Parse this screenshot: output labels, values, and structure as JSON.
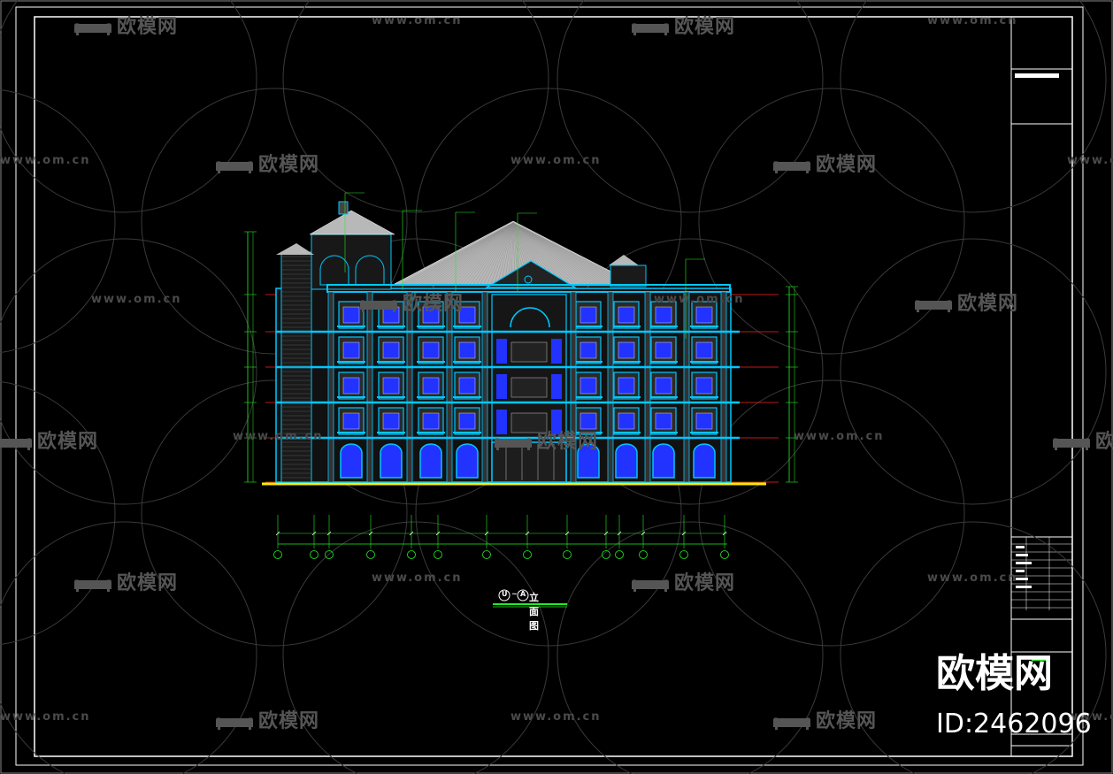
{
  "watermark": {
    "brand_cn": "欧模网",
    "url": "www.om.cn",
    "id_label": "ID:2462096"
  },
  "drawing": {
    "title": "立面图",
    "axis_start": "U",
    "axis_end": "A",
    "axis_sep": "~"
  },
  "colors": {
    "background": "#000000",
    "frame": "#ffffff",
    "facade_cyan": "#00c8ff",
    "window_blue": "#2233ff",
    "level_red": "#ff2020",
    "ground_yellow": "#ffee00",
    "dim_green": "#22ee22",
    "roof_gray": "#b8b8b8"
  }
}
